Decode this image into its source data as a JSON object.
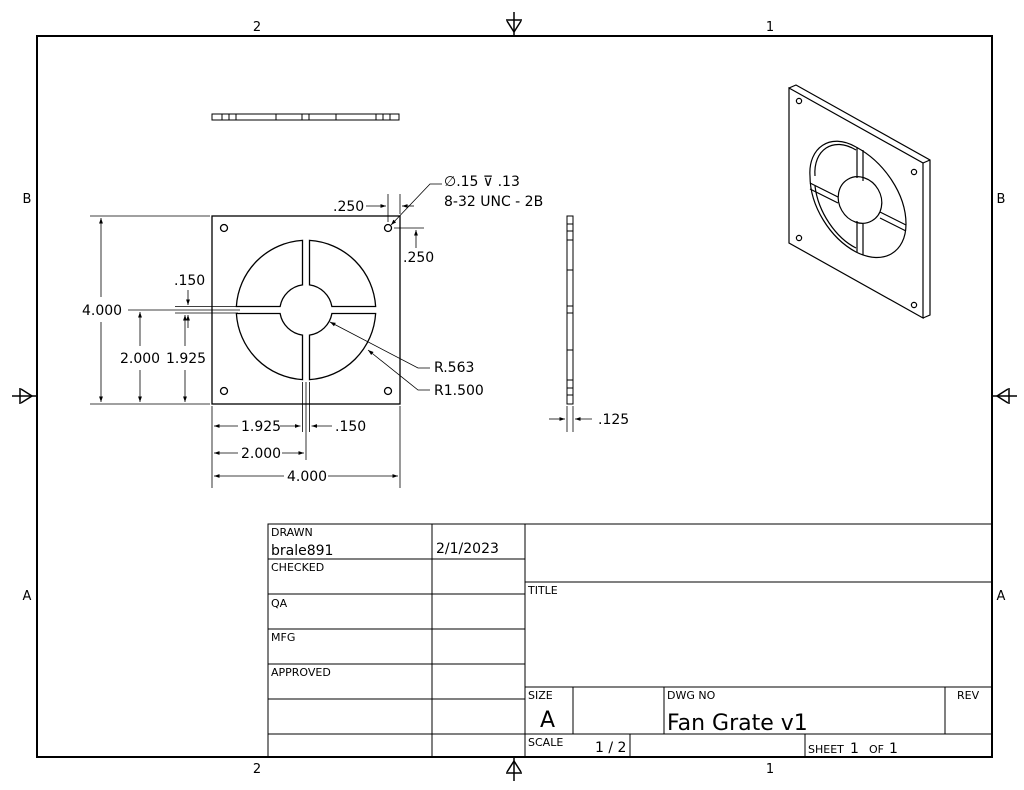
{
  "zones": {
    "top_left": "2",
    "top_right": "1",
    "bottom_left": "2",
    "bottom_right": "1",
    "left_upper": "B",
    "left_lower": "A",
    "right_upper": "B",
    "right_lower": "A"
  },
  "dimensions": {
    "hole_callout_1": "∅.15 ⊽ .13",
    "hole_callout_2": "8-32 UNC - 2B",
    "edge_offset_x": ".250",
    "edge_offset_y": ".250",
    "slot_width_v": ".150",
    "overall_height": "4.000",
    "center_height": "2.000",
    "slot_offset_y": "1.925",
    "inner_radius": "R.563",
    "outer_radius": "R1.500",
    "slot_offset_x": "1.925",
    "slot_width_h": ".150",
    "center_width": "2.000",
    "overall_width": "4.000",
    "thickness": ".125"
  },
  "title_block": {
    "drawn_label": "DRAWN",
    "drawn_by": "brale891",
    "drawn_date": "2/1/2023",
    "checked_label": "CHECKED",
    "qa_label": "QA",
    "mfg_label": "MFG",
    "approved_label": "APPROVED",
    "title_label": "TITLE",
    "size_label": "SIZE",
    "size_value": "A",
    "dwg_no_label": "DWG NO",
    "dwg_no_value": "Fan Grate v1",
    "rev_label": "REV",
    "scale_label": "SCALE",
    "scale_value": "1 / 2",
    "sheet_label": "SHEET",
    "sheet_value": "1",
    "of_label": "OF",
    "of_value": "1"
  }
}
